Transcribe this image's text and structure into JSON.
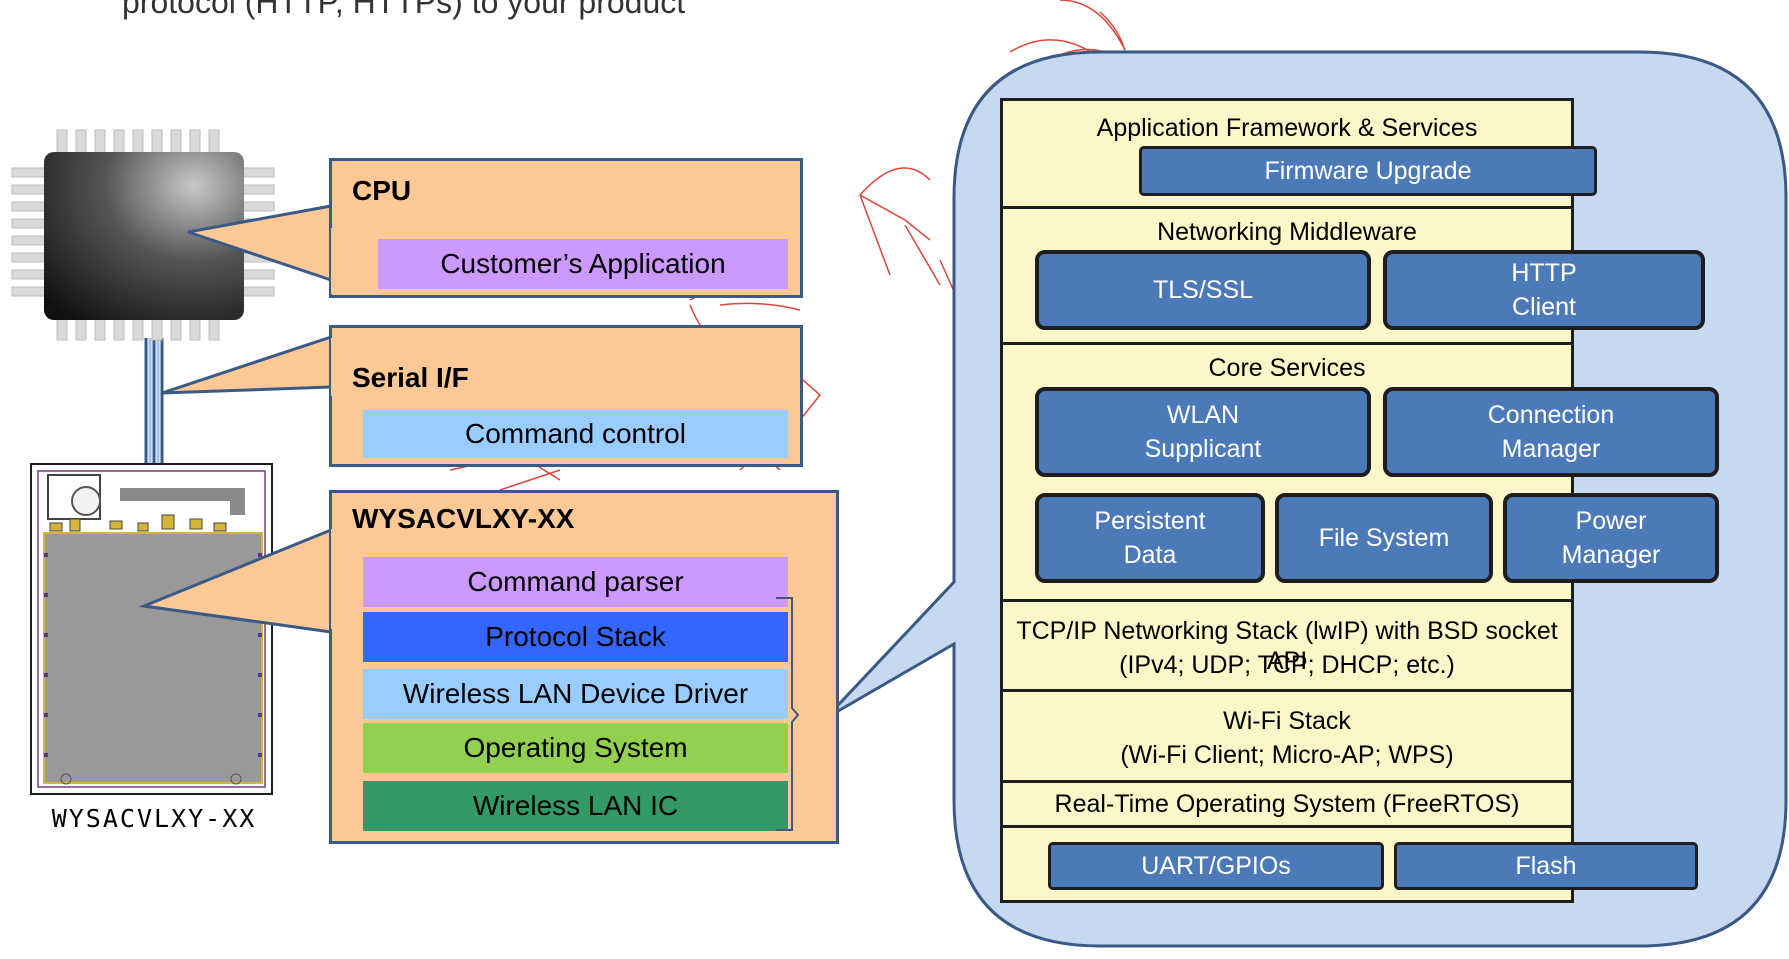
{
  "heading_text": "protocol (HTTP, HTTPs) to your product",
  "module_label": "WYSACVLXY-XX",
  "cpu_box": {
    "title": "CPU",
    "app_label": "Customer’s Application"
  },
  "serial_box": {
    "title": "Serial I/F",
    "command_label": "Command control"
  },
  "module_box": {
    "title": "WYSACVLXY-XX",
    "layers": [
      {
        "label": "Command parser",
        "color": "#cc99ff"
      },
      {
        "label": "Protocol Stack",
        "color": "#3366ff"
      },
      {
        "label": "Wireless LAN Device Driver",
        "color": "#99ccff"
      },
      {
        "label": "Operating System",
        "color": "#92d050"
      },
      {
        "label": "Wireless LAN IC",
        "color": "#339966"
      }
    ]
  },
  "software_stack": {
    "app_framework": {
      "title": "Application Framework & Services",
      "firmware_upgrade": "Firmware Upgrade"
    },
    "networking_middleware": {
      "title": "Networking Middleware",
      "tls": "TLS/SSL",
      "http": "HTTP\nClient"
    },
    "core_services": {
      "title": "Core Services",
      "wlan": "WLAN\nSupplicant",
      "connection_manager": "Connection\nManager",
      "persistent_data": "Persistent\nData",
      "file_system": "File System",
      "power_manager": "Power\nManager"
    },
    "tcpip": {
      "line1": "TCP/IP Networking Stack (lwIP) with BSD socket API",
      "line2": "(IPv4; UDP; TCP; DHCP; etc.)"
    },
    "wifi": {
      "line1": "Wi-Fi Stack",
      "line2": "(Wi-Fi Client; Micro-AP; WPS)"
    },
    "rtos": {
      "title": "Real-Time Operating System (FreeRTOS)"
    },
    "drivers": {
      "uart": "UART/GPIOs",
      "flash": "Flash"
    }
  },
  "colors": {
    "callout_fill": "#fcc896",
    "callout_border": "#3a5a86",
    "bubble_fill": "#c6d9f1",
    "stack_fill": "#fcf6c8",
    "pill_fill": "#4c7ab8"
  }
}
